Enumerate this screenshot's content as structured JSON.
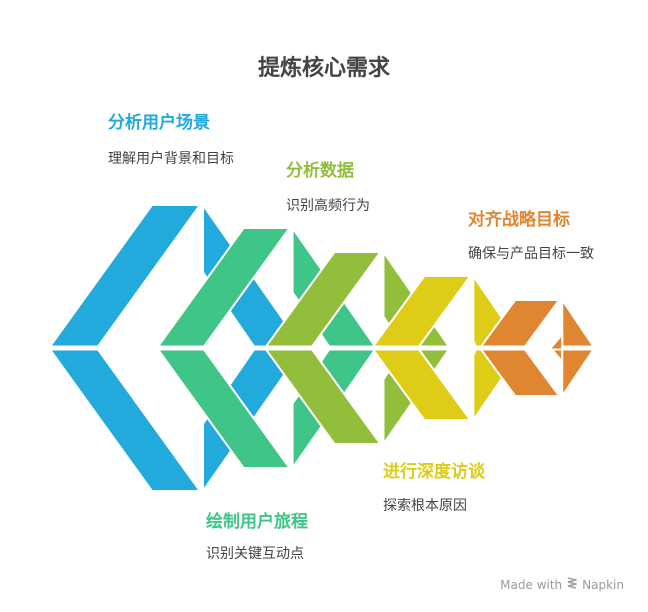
{
  "title": "提炼核心需求",
  "colors": {
    "blue": "#21AADB",
    "green": "#3EC587",
    "olive": "#93BE3B",
    "yellow": "#DECC16",
    "orange": "#E08530"
  },
  "steps": [
    {
      "label": "分析用户场景",
      "description": "理解用户背景和目标",
      "color": "#21AADB"
    },
    {
      "label": "绘制用户旅程",
      "description": "识别关键互动点",
      "color": "#3EC587"
    },
    {
      "label": "分析数据",
      "description": "识别高频行为",
      "color": "#93BE3B"
    },
    {
      "label": "进行深度访谈",
      "description": "探索根本原因",
      "color": "#DECC16"
    },
    {
      "label": "对齐战略目标",
      "description": "确保与产品目标一致",
      "color": "#E08530"
    }
  ],
  "footer": {
    "made_with": "Made with",
    "brand": "Napkin",
    "icon": "napkin-logo-icon"
  }
}
